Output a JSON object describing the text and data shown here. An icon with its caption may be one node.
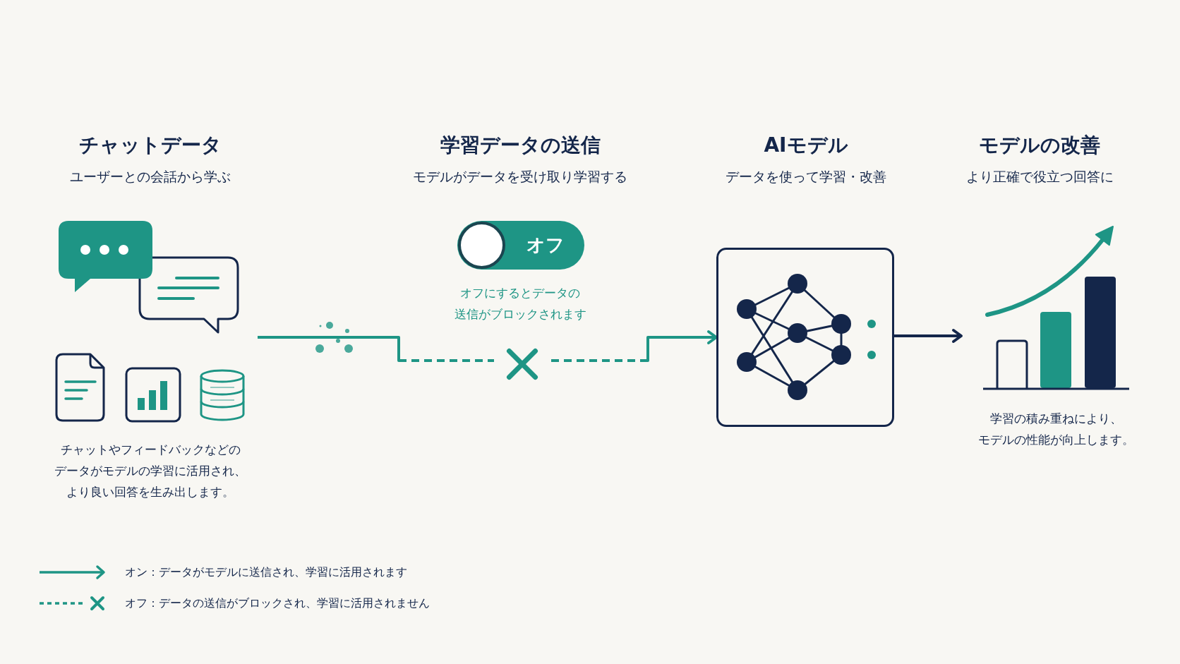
{
  "diagram": {
    "nodes": [
      {
        "text": [
          "チャットデータ",
          "ユーザーとの会話から学ぶ"
        ],
        "beside": [
          "チャットやフィードバックなどのデータがモデルの学習に活用され、より良い回答を生み出します。"
        ]
      },
      {
        "text": [
          "学習データの送信",
          "モデルがデータを受け取り学習する",
          "オフ"
        ],
        "beside": [
          "オフにするとデータの送信がブロックされます"
        ]
      },
      {
        "text": [
          "AIモデル",
          "データを使って学習・改善"
        ]
      },
      {
        "text": [
          "モデルの改善",
          "より正確で役立つ回答に"
        ],
        "beside": [
          "学習の積み重ねにより、モデルの性能が向上します。"
        ]
      }
    ],
    "edges": [
      {
        "from": 0,
        "to": 2,
        "arrow": "to",
        "style": "dashed",
        "color": "#1e9585"
      },
      {
        "from": 2,
        "to": 3,
        "arrow": "to",
        "color": "#14264a"
      }
    ],
    "legend": [
      {
        "text": "オン：データがモデルに送信され、学習に活用されます"
      },
      {
        "text": "オフ：データの送信がブロックされ、学習に活用されません"
      }
    ]
  }
}
